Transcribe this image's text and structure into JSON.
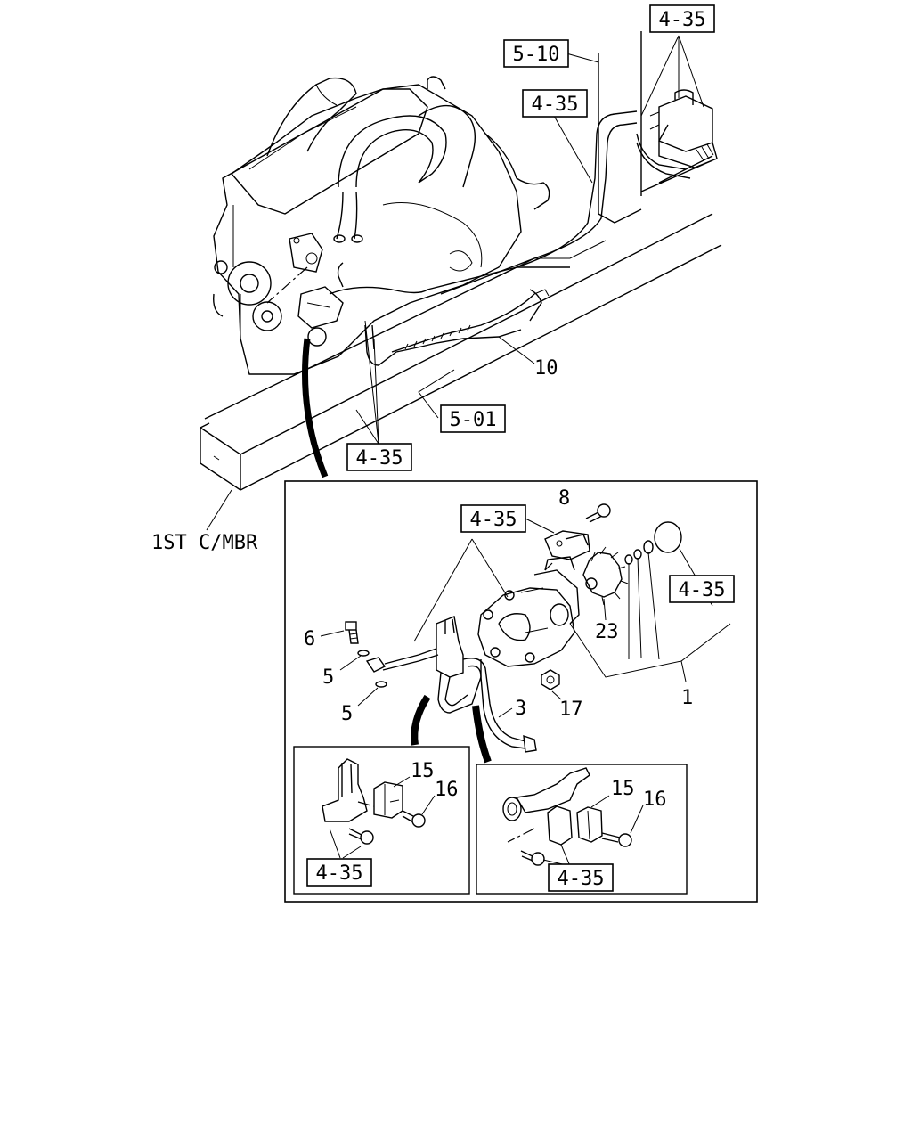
{
  "references": {
    "top_right": "4-35",
    "frame_upper": "5-10",
    "pipe_upper": "4-35",
    "frame_lower": "5-01",
    "engine_bracket": "4-35",
    "pump_main": "4-35",
    "oring": "4-35",
    "inset_left": "4-35",
    "inset_right": "4-35"
  },
  "labels": {
    "crossmember": "1ST C/MBR"
  },
  "callouts": {
    "hose_10": "10",
    "bolt_8": "8",
    "gear_23": "23",
    "bolt_6": "6",
    "washer_5a": "5",
    "washer_5b": "5",
    "pipe_3": "3",
    "nut_17": "17",
    "assembly_1": "1",
    "clip_15_left": "15",
    "bolt_16_left": "16",
    "clip_15_right": "15",
    "bolt_16_right": "16"
  }
}
